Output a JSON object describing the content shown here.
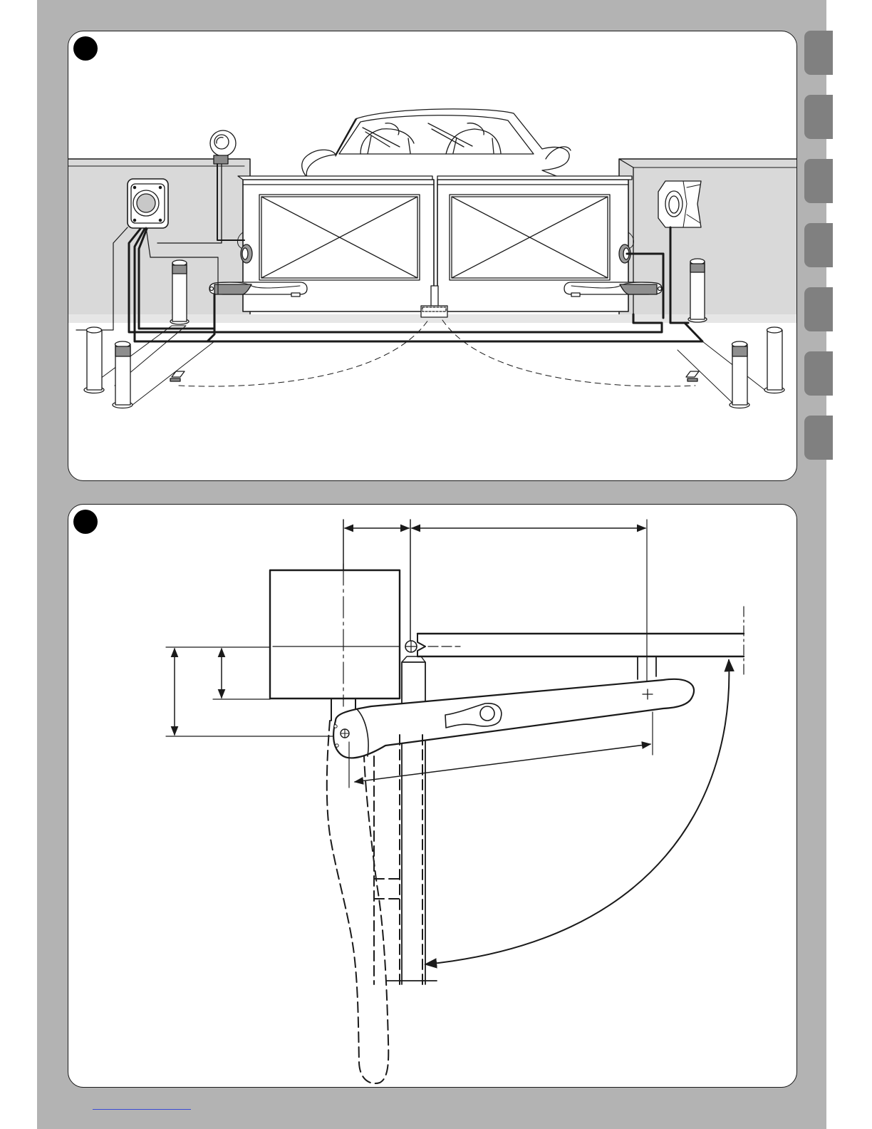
{
  "page": {
    "background_color": "#b3b3b3",
    "tab_color": "#808080",
    "link_color": "#3a4bd6"
  },
  "side_tabs": [
    "tab-1",
    "tab-2",
    "tab-3",
    "tab-4",
    "tab-5",
    "tab-6",
    "tab-7"
  ],
  "figures": [
    {
      "id": "figure-1",
      "marker_icon": "figure-number-dot"
    },
    {
      "id": "figure-2",
      "marker_icon": "figure-number-dot"
    }
  ]
}
